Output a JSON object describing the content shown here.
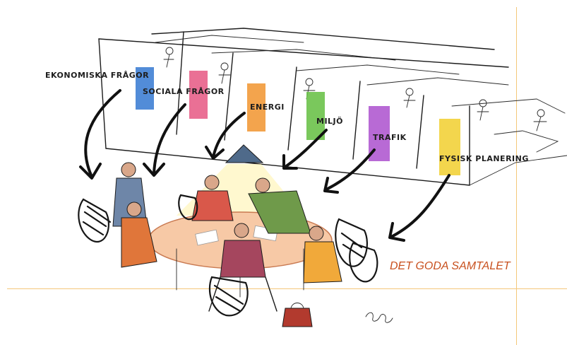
{
  "labels": {
    "ekonomi": "EKONOMISKA FRÅGOR",
    "sociala": "SOCIALA FRÅGOR",
    "energi": "ENERGI",
    "miljo": "MILJÖ",
    "trafik": "TRAFIK",
    "planering": "FYSISK PLANERING"
  },
  "caption": "DET GODA SAMTALET",
  "colors": {
    "ekonomi": "#3f7fd4",
    "sociala": "#e8608a",
    "energi": "#f29a3a",
    "miljo": "#6cc24a",
    "trafik": "#b05ad0",
    "planering": "#f2d23a",
    "caption": "#c8501e",
    "guide": "#f4c77a"
  },
  "illustration": {
    "description_icon": "meeting-table-sketch-icon"
  }
}
